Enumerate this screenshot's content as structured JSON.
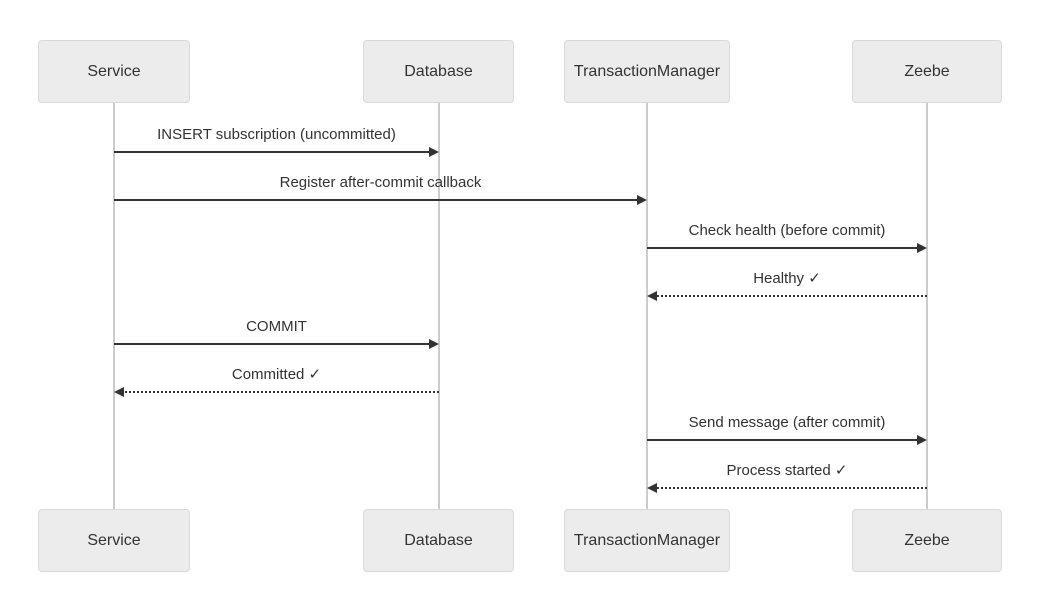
{
  "diagram": {
    "type": "sequence",
    "actors": [
      {
        "id": "service",
        "label": "Service"
      },
      {
        "id": "database",
        "label": "Database"
      },
      {
        "id": "transaction-manager",
        "label": "TransactionManager"
      },
      {
        "id": "zeebe",
        "label": "Zeebe"
      }
    ],
    "messages": [
      {
        "from": "Service",
        "to": "Database",
        "label": "INSERT subscription (uncommitted)",
        "line": "solid",
        "direction": "right"
      },
      {
        "from": "Service",
        "to": "TransactionManager",
        "label": "Register after-commit callback",
        "line": "solid",
        "direction": "right"
      },
      {
        "from": "TransactionManager",
        "to": "Zeebe",
        "label": "Check health (before commit)",
        "line": "solid",
        "direction": "right"
      },
      {
        "from": "Zeebe",
        "to": "TransactionManager",
        "label": "Healthy ✓",
        "line": "dotted",
        "direction": "left"
      },
      {
        "from": "Service",
        "to": "Database",
        "label": "COMMIT",
        "line": "solid",
        "direction": "right"
      },
      {
        "from": "Database",
        "to": "Service",
        "label": "Committed ✓",
        "line": "dotted",
        "direction": "left"
      },
      {
        "from": "TransactionManager",
        "to": "Zeebe",
        "label": "Send message (after commit)",
        "line": "solid",
        "direction": "right"
      },
      {
        "from": "Zeebe",
        "to": "TransactionManager",
        "label": "Process started ✓",
        "line": "dotted",
        "direction": "left"
      }
    ],
    "colors": {
      "background": "#ffffff",
      "actor_fill": "#ececec",
      "actor_border": "#d9d9d9",
      "text": "#333333",
      "arrow": "#333333",
      "lifeline": "#cccccc"
    }
  }
}
